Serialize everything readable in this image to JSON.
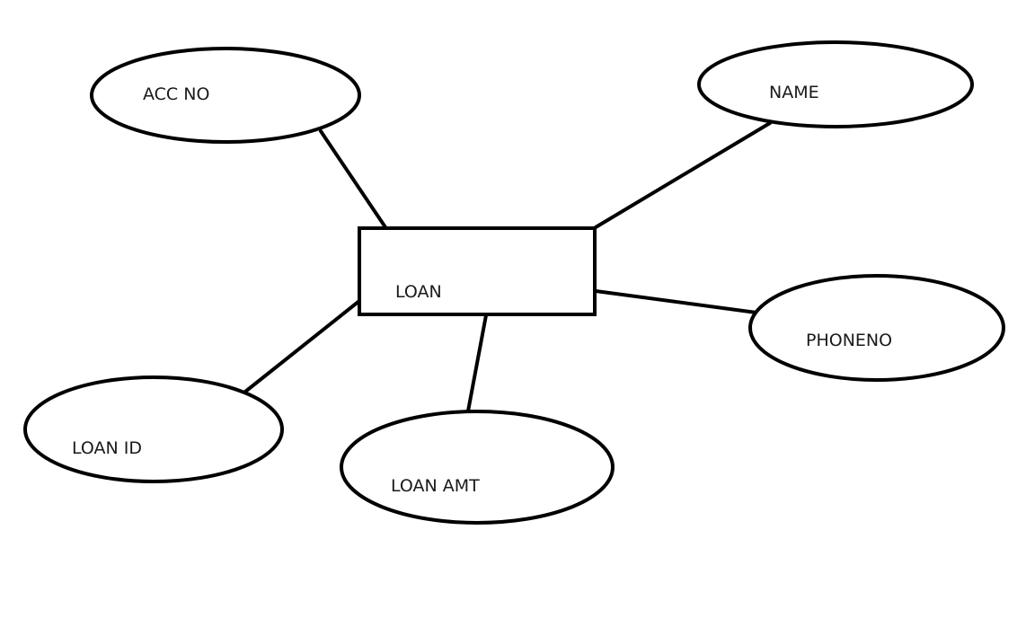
{
  "diagram": {
    "stroke_color": "#000000",
    "background": "#ffffff",
    "entity": {
      "label": "LOAN"
    },
    "attributes": {
      "acc_no": "ACC NO",
      "name": "NAME",
      "phoneno": "PHONENO",
      "loan_id": "LOAN ID",
      "loan_amt": "LOAN AMT"
    }
  }
}
